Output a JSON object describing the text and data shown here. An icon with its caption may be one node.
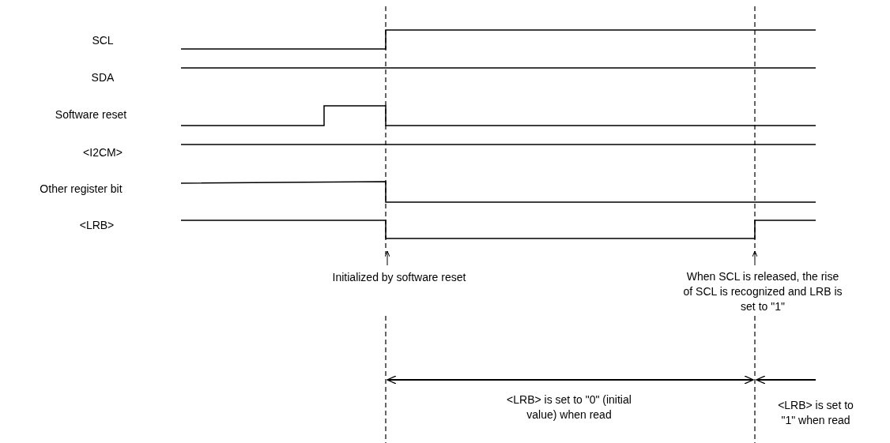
{
  "diagram": {
    "labels": [
      "SCL",
      "SDA",
      "Software reset",
      "<I2CM>",
      "Other register bit",
      "<LRB>",
      "Initialized by software reset",
      "When SCL is released, the rise of SCL is recognized and LRB is set to \"1\"",
      "<LRB> is set to \"0\" (initial value) when read",
      "<LRB> is set to \"1\" when read"
    ]
  }
}
